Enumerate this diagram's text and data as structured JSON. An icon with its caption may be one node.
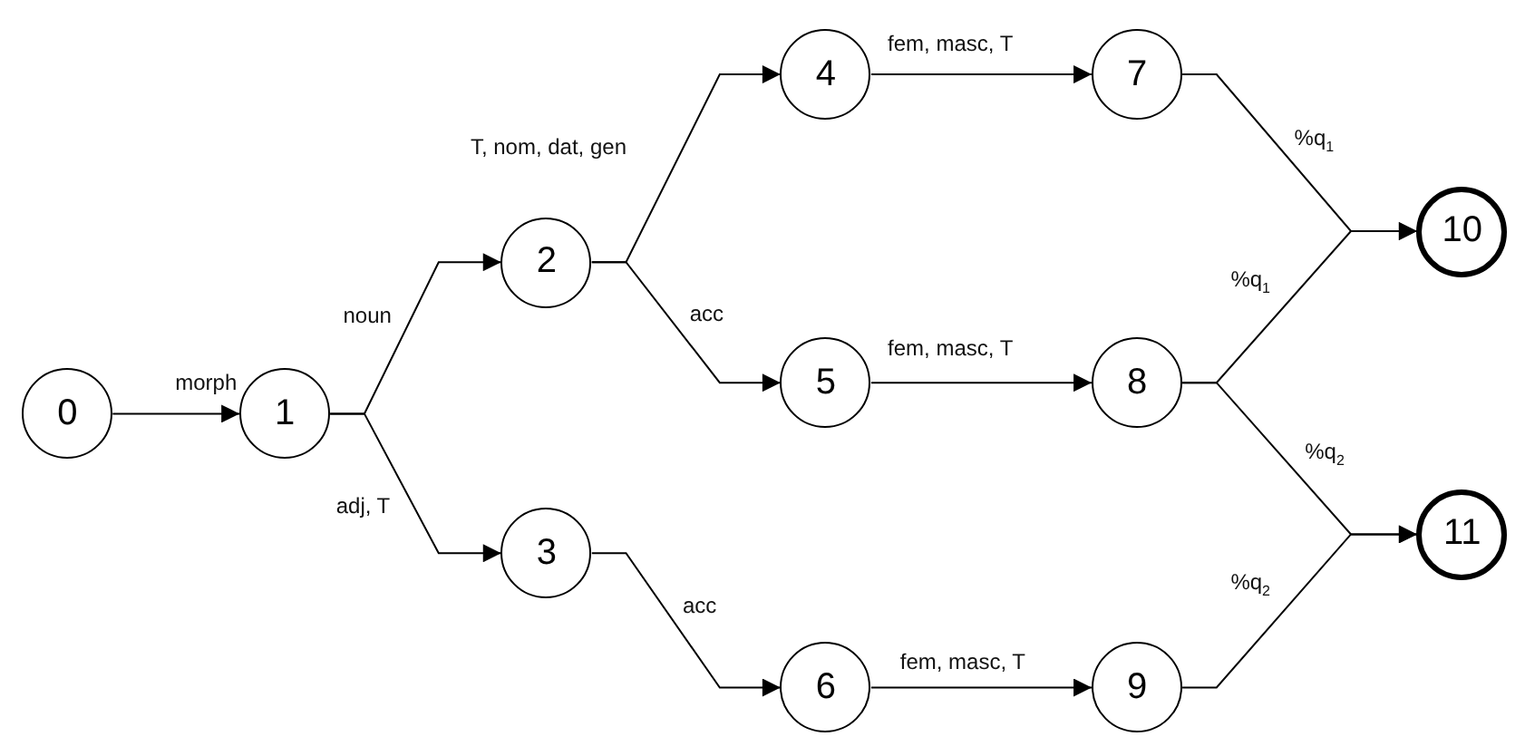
{
  "diagram": {
    "nodes": [
      {
        "text": [
          "0"
        ]
      },
      {
        "text": [
          "1"
        ]
      },
      {
        "text": [
          "2"
        ]
      },
      {
        "text": [
          "3"
        ]
      },
      {
        "text": [
          "4"
        ]
      },
      {
        "text": [
          "5"
        ]
      },
      {
        "text": [
          "6"
        ]
      },
      {
        "text": [
          "7"
        ]
      },
      {
        "text": [
          "8"
        ]
      },
      {
        "text": [
          "9"
        ]
      },
      {
        "text": [
          "10"
        ]
      },
      {
        "text": [
          "11"
        ]
      }
    ],
    "edges": [
      {
        "from": 0,
        "to": 1,
        "arrow": "to",
        "label": "morph"
      },
      {
        "from": 1,
        "to": 2,
        "arrow": "to",
        "label": "noun"
      },
      {
        "from": 1,
        "to": 3,
        "arrow": "to",
        "label": "adj, T"
      },
      {
        "from": 2,
        "to": 4,
        "arrow": "to",
        "label": "T, nom, dat, gen"
      },
      {
        "from": 2,
        "to": 5,
        "arrow": "to",
        "label": "acc"
      },
      {
        "from": 3,
        "to": 6,
        "arrow": "to",
        "label": "acc"
      },
      {
        "from": 4,
        "to": 7,
        "arrow": "to",
        "label": "fem, masc, T"
      },
      {
        "from": 5,
        "to": 8,
        "arrow": "to",
        "label": "fem, masc, T"
      },
      {
        "from": 6,
        "to": 9,
        "arrow": "to",
        "label": "fem, masc, T"
      },
      {
        "from": 7,
        "to": 10,
        "arrow": "to",
        "label": "%q$_{1}$"
      },
      {
        "from": 8,
        "to": 10,
        "arrow": "to",
        "label": "%q$_{1}$"
      },
      {
        "from": 8,
        "to": 11,
        "arrow": "to",
        "label": "%q$_{2}$"
      },
      {
        "from": 9,
        "to": 11,
        "arrow": "to",
        "label": "%q$_{2}$"
      }
    ]
  }
}
